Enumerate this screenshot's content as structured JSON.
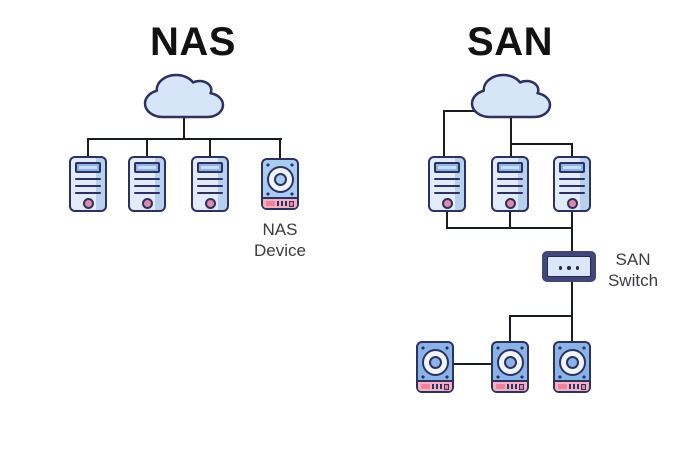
{
  "nas_diagram": {
    "title": "NAS",
    "device_label": "NAS Device",
    "server_count": 3,
    "storage_device_count": 1
  },
  "san_diagram": {
    "title": "SAN",
    "switch_label": "SAN Switch",
    "server_count": 3,
    "storage_device_count": 3
  },
  "icons": {
    "cloud": "cloud-icon",
    "server": "server-icon",
    "storage": "disk-drive-icon",
    "switch": "san-switch-icon"
  },
  "colors": {
    "background": "#ffffff",
    "outline": "#2d3161",
    "line": "#1a1c24",
    "cloud_fill": "#d6e5f7",
    "server_body": "#e1ebf9",
    "server_shade": "#b7d0ee",
    "slot_fill": "#c8ddf6",
    "led_pink": "#e389a8",
    "disk_nas": "#a9cdf2",
    "disk_san": "#8ab4e8",
    "band_pink": "#f2b1c0",
    "band_accent": "#ee829c",
    "switch_dark": "#42477a",
    "switch_panel": "#d9e7f9",
    "label_text": "#3b3b41",
    "title_text": "#121212"
  }
}
